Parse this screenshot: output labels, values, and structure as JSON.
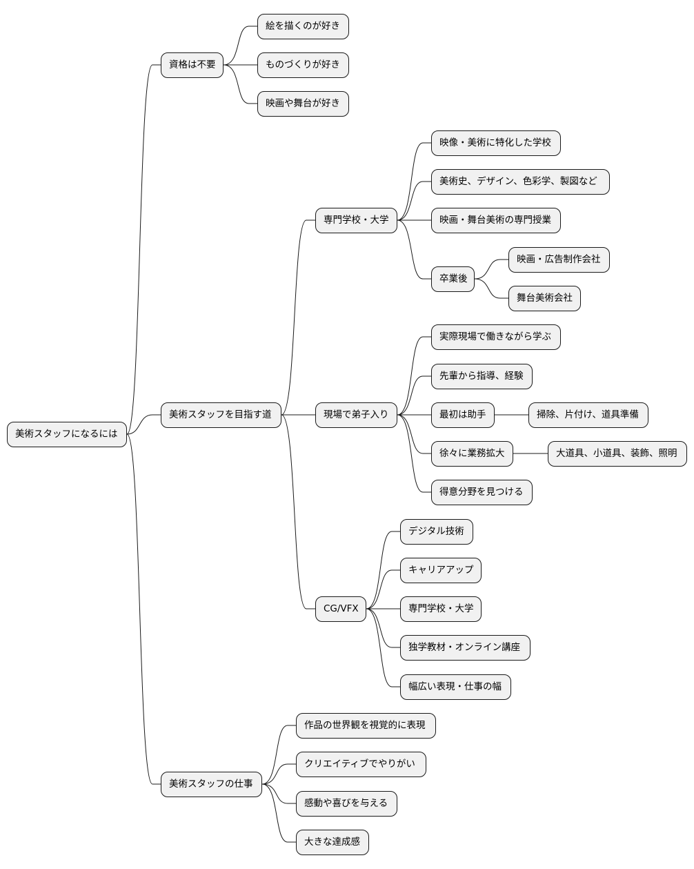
{
  "root": {
    "label": "美術スタッフになるには"
  },
  "branches": [
    {
      "label": "資格は不要",
      "children": [
        {
          "label": "絵を描くのが好き"
        },
        {
          "label": "ものづくりが好き"
        },
        {
          "label": "映画や舞台が好き"
        }
      ]
    },
    {
      "label": "美術スタッフを目指す道",
      "children": [
        {
          "label": "専門学校・大学",
          "children": [
            {
              "label": "映像・美術に特化した学校"
            },
            {
              "label": "美術史、デザイン、色彩学、製図など"
            },
            {
              "label": "映画・舞台美術の専門授業"
            },
            {
              "label": "卒業後",
              "children": [
                {
                  "label": "映画・広告制作会社"
                },
                {
                  "label": "舞台美術会社"
                }
              ]
            }
          ]
        },
        {
          "label": "現場で弟子入り",
          "children": [
            {
              "label": "実際現場で働きながら学ぶ"
            },
            {
              "label": "先輩から指導、経験"
            },
            {
              "label": "最初は助手",
              "children": [
                {
                  "label": "掃除、片付け、道具準備"
                }
              ]
            },
            {
              "label": "徐々に業務拡大",
              "children": [
                {
                  "label": "大道具、小道具、装飾、照明"
                }
              ]
            },
            {
              "label": "得意分野を見つける"
            }
          ]
        },
        {
          "label": "CG/VFX",
          "children": [
            {
              "label": "デジタル技術"
            },
            {
              "label": "キャリアアップ"
            },
            {
              "label": "専門学校・大学"
            },
            {
              "label": "独学教材・オンライン講座"
            },
            {
              "label": "幅広い表現・仕事の幅"
            }
          ]
        }
      ]
    },
    {
      "label": "美術スタッフの仕事",
      "children": [
        {
          "label": "作品の世界観を視覚的に表現"
        },
        {
          "label": "クリエイティブでやりがい"
        },
        {
          "label": "感動や喜びを与える"
        },
        {
          "label": "大きな達成感"
        }
      ]
    }
  ]
}
